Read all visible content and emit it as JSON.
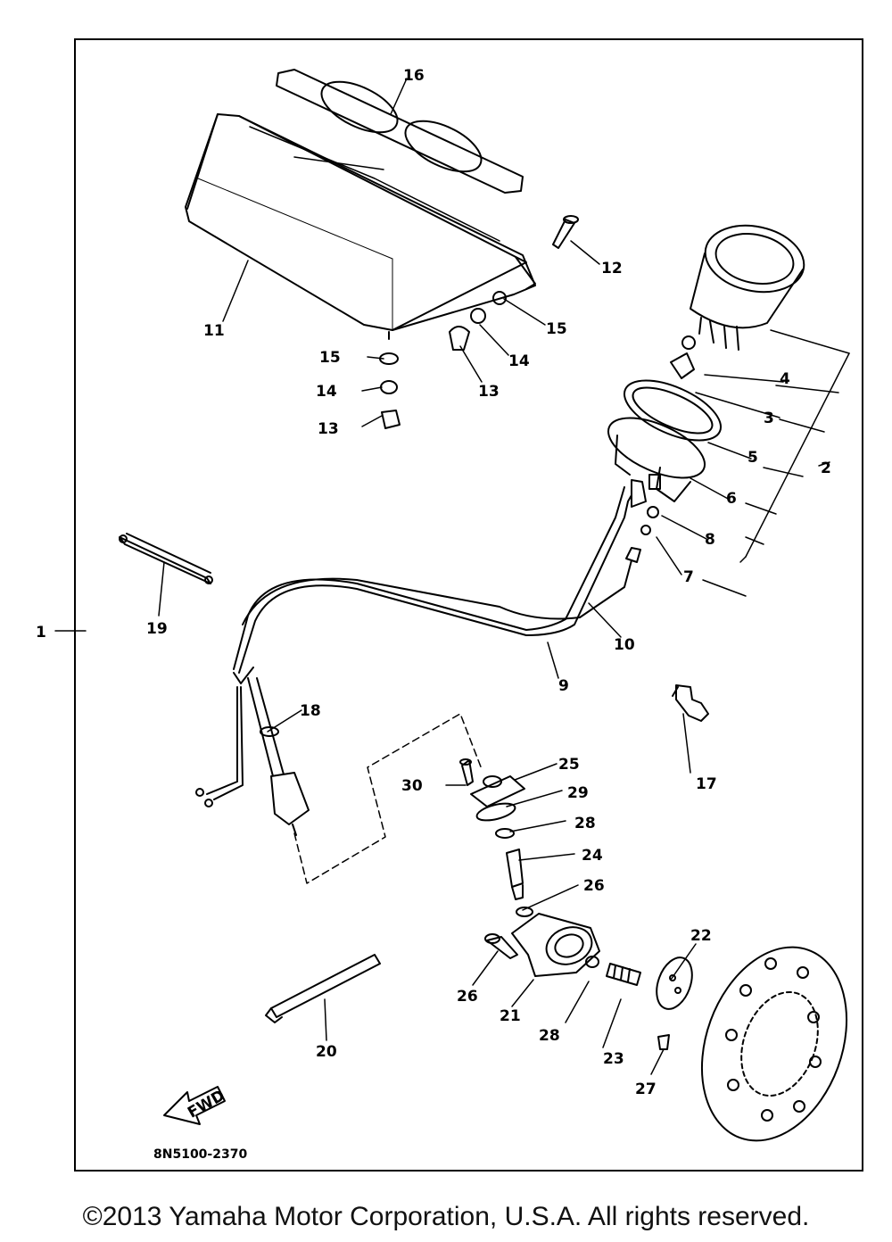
{
  "diagram_code": "8N5100-2370",
  "fwd_label": "FWD",
  "copyright": "©2013 Yamaha Motor Corporation, U.S.A. All rights reserved.",
  "callouts": [
    "1",
    "2",
    "3",
    "4",
    "5",
    "6",
    "7",
    "8",
    "9",
    "10",
    "11",
    "12",
    "13",
    "14",
    "15",
    "16",
    "17",
    "18",
    "19",
    "20",
    "21",
    "22",
    "23",
    "24",
    "25",
    "26",
    "27",
    "28",
    "29",
    "30"
  ],
  "callout_labels": {
    "c1": "1",
    "c2": "2",
    "c3": "3",
    "c4": "4",
    "c5": "5",
    "c6": "6",
    "c7": "7",
    "c8": "8",
    "c9": "9",
    "c10": "10",
    "c11": "11",
    "c12": "12",
    "c13a": "13",
    "c13b": "13",
    "c14a": "14",
    "c14b": "14",
    "c15a": "15",
    "c15b": "15",
    "c16": "16",
    "c17": "17",
    "c18": "18",
    "c19": "19",
    "c20": "20",
    "c21": "21",
    "c22": "22",
    "c23": "23",
    "c24": "24",
    "c25": "25",
    "c26a": "26",
    "c26b": "26",
    "c27": "27",
    "c28a": "28",
    "c28b": "28",
    "c29": "29",
    "c30": "30"
  }
}
